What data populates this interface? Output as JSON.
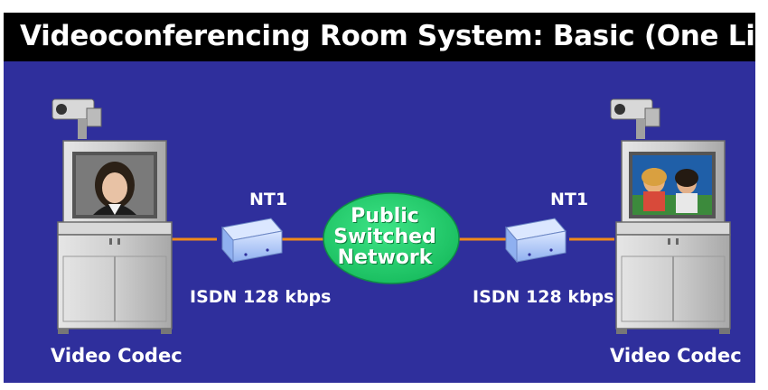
{
  "title": "Videoconferencing Room System: Basic (One Line)",
  "left_station": {
    "label": "Video Codec"
  },
  "right_station": {
    "label": "Video Codec"
  },
  "left_terminal": {
    "label": "NT1",
    "link_label": "ISDN 128 kbps"
  },
  "right_terminal": {
    "label": "NT1",
    "link_label": "ISDN 128 kbps"
  },
  "network": {
    "lines": [
      "Public",
      "Switched",
      "Network"
    ]
  },
  "colors": {
    "background": "#2f2f9c",
    "banner": "#000000",
    "network_fill": "#1fd26a",
    "link_line": "#f08a1a",
    "cabinet": "#c9c9c9",
    "terminal": "#b9d0ff"
  },
  "icons": [
    "camera-icon",
    "monitor-icon",
    "cabinet-icon",
    "nt1-device-icon",
    "network-cloud-icon"
  ]
}
